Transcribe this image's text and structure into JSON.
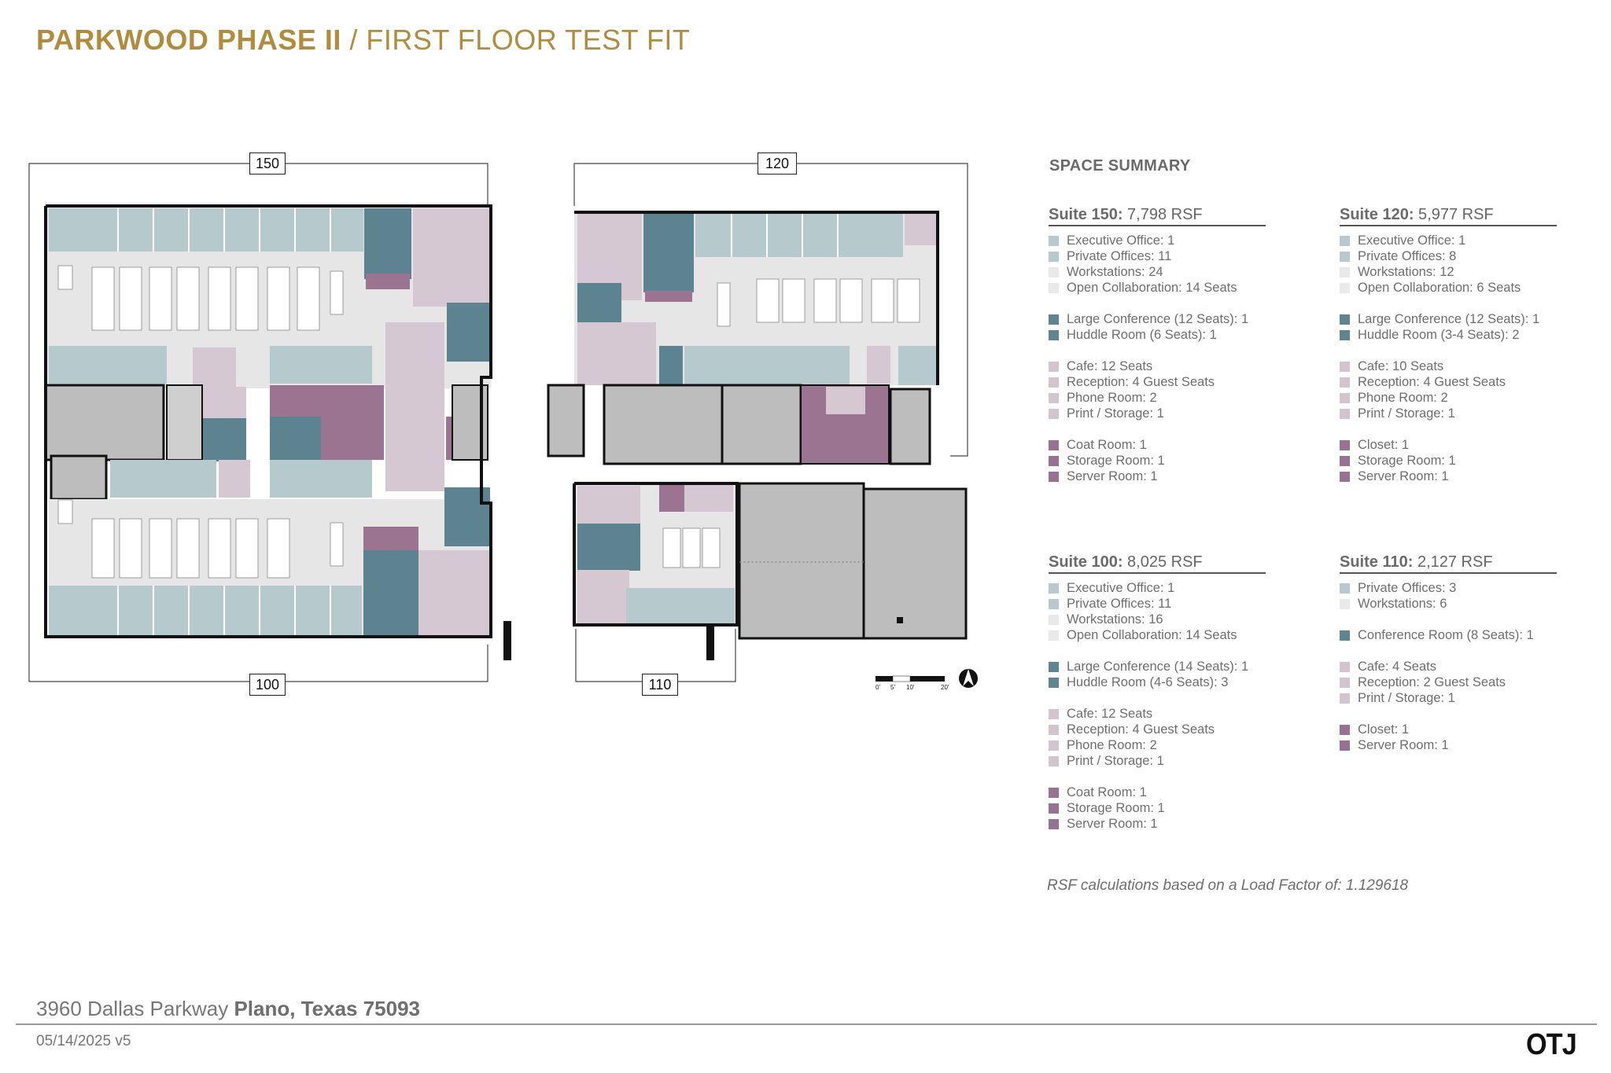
{
  "header": {
    "title_bold": "PARKWOOD PHASE II",
    "title_separator": " / ",
    "title_light": "FIRST FLOOR TEST FIT",
    "accent_color": "#b08d3e"
  },
  "floor_plan": {
    "suite_tags": [
      "150",
      "120",
      "100",
      "110"
    ],
    "scale_bar": {
      "labels": [
        "0'",
        "5'",
        "10'",
        "20'"
      ]
    },
    "north_arrow": "north-arrow-icon",
    "room_colors": {
      "office": "#b6c9cd",
      "open": "#e6e6e6",
      "conference": "#5e8390",
      "amenity": "#d5c8d3",
      "support": "#9b7492",
      "core": "#bdbdbd"
    }
  },
  "summary": {
    "heading": "SPACE SUMMARY",
    "suites": [
      {
        "name": "Suite 150:",
        "rsf": "7,798 RSF",
        "groups": [
          [
            {
              "label": "Executive Office: 1",
              "color": "#b7c9cd"
            },
            {
              "label": "Private Offices: 11",
              "color": "#b7c9cd"
            },
            {
              "label": "Workstations: 24",
              "color": "#e9e9e9"
            },
            {
              "label": "Open Collaboration: 14 Seats",
              "color": "#e9e9e9"
            }
          ],
          [
            {
              "label": "Large Conference (12 Seats): 1",
              "color": "#5f8591"
            },
            {
              "label": "Huddle Room (6 Seats): 1",
              "color": "#5f8591"
            }
          ],
          [
            {
              "label": "Cafe: 12 Seats",
              "color": "#d3c5d0"
            },
            {
              "label": "Reception: 4 Guest Seats",
              "color": "#d3c5d0"
            },
            {
              "label": "Phone Room: 2",
              "color": "#d3c5d0"
            },
            {
              "label": "Print / Storage: 1",
              "color": "#d3c5d0"
            }
          ],
          [
            {
              "label": "Coat Room: 1",
              "color": "#987391"
            },
            {
              "label": "Storage Room: 1",
              "color": "#987391"
            },
            {
              "label": "Server Room: 1",
              "color": "#987391"
            }
          ]
        ]
      },
      {
        "name": "Suite 120:",
        "rsf": "5,977 RSF",
        "groups": [
          [
            {
              "label": "Executive Office: 1",
              "color": "#b7c9cd"
            },
            {
              "label": "Private Offices: 8",
              "color": "#b7c9cd"
            },
            {
              "label": "Workstations: 12",
              "color": "#e9e9e9"
            },
            {
              "label": "Open Collaboration: 6 Seats",
              "color": "#e9e9e9"
            }
          ],
          [
            {
              "label": "Large Conference (12 Seats): 1",
              "color": "#5f8591"
            },
            {
              "label": "Huddle Room (3-4 Seats): 2",
              "color": "#5f8591"
            }
          ],
          [
            {
              "label": "Cafe: 10 Seats",
              "color": "#d3c5d0"
            },
            {
              "label": "Reception: 4 Guest Seats",
              "color": "#d3c5d0"
            },
            {
              "label": "Phone Room: 2",
              "color": "#d3c5d0"
            },
            {
              "label": "Print / Storage: 1",
              "color": "#d3c5d0"
            }
          ],
          [
            {
              "label": "Closet: 1",
              "color": "#987391"
            },
            {
              "label": "Storage Room: 1",
              "color": "#987391"
            },
            {
              "label": "Server Room: 1",
              "color": "#987391"
            }
          ]
        ]
      },
      {
        "name": "Suite 100:",
        "rsf": "8,025 RSF",
        "groups": [
          [
            {
              "label": "Executive Office: 1",
              "color": "#b7c9cd"
            },
            {
              "label": "Private Offices: 11",
              "color": "#b7c9cd"
            },
            {
              "label": "Workstations: 16",
              "color": "#e9e9e9"
            },
            {
              "label": "Open Collaboration: 14 Seats",
              "color": "#e9e9e9"
            }
          ],
          [
            {
              "label": "Large Conference (14 Seats): 1",
              "color": "#5f8591"
            },
            {
              "label": "Huddle Room (4-6 Seats): 3",
              "color": "#5f8591"
            }
          ],
          [
            {
              "label": "Cafe: 12 Seats",
              "color": "#d3c5d0"
            },
            {
              "label": "Reception: 4 Guest Seats",
              "color": "#d3c5d0"
            },
            {
              "label": "Phone Room: 2",
              "color": "#d3c5d0"
            },
            {
              "label": "Print / Storage: 1",
              "color": "#d3c5d0"
            }
          ],
          [
            {
              "label": "Coat Room: 1",
              "color": "#987391"
            },
            {
              "label": "Storage Room: 1",
              "color": "#987391"
            },
            {
              "label": "Server Room: 1",
              "color": "#987391"
            }
          ]
        ]
      },
      {
        "name": "Suite 110:",
        "rsf": "2,127 RSF",
        "groups": [
          [
            {
              "label": "Private Offices: 3",
              "color": "#b7c9cd"
            },
            {
              "label": "Workstations: 6",
              "color": "#e9e9e9"
            }
          ],
          [
            {
              "label": "Conference Room (8 Seats): 1",
              "color": "#5f8591"
            }
          ],
          [
            {
              "label": "Cafe: 4 Seats",
              "color": "#d3c5d0"
            },
            {
              "label": "Reception: 2 Guest Seats",
              "color": "#d3c5d0"
            },
            {
              "label": "Print / Storage: 1",
              "color": "#d3c5d0"
            }
          ],
          [
            {
              "label": "Closet: 1",
              "color": "#987391"
            },
            {
              "label": "Server Room: 1",
              "color": "#987391"
            }
          ]
        ]
      }
    ],
    "note": "RSF calculations based on a Load Factor of: 1.129618"
  },
  "footer": {
    "address_street": "3960 Dallas Parkway ",
    "address_city": "Plano, Texas 75093",
    "date_version": "05/14/2025 v5",
    "logo": "OTJ"
  }
}
